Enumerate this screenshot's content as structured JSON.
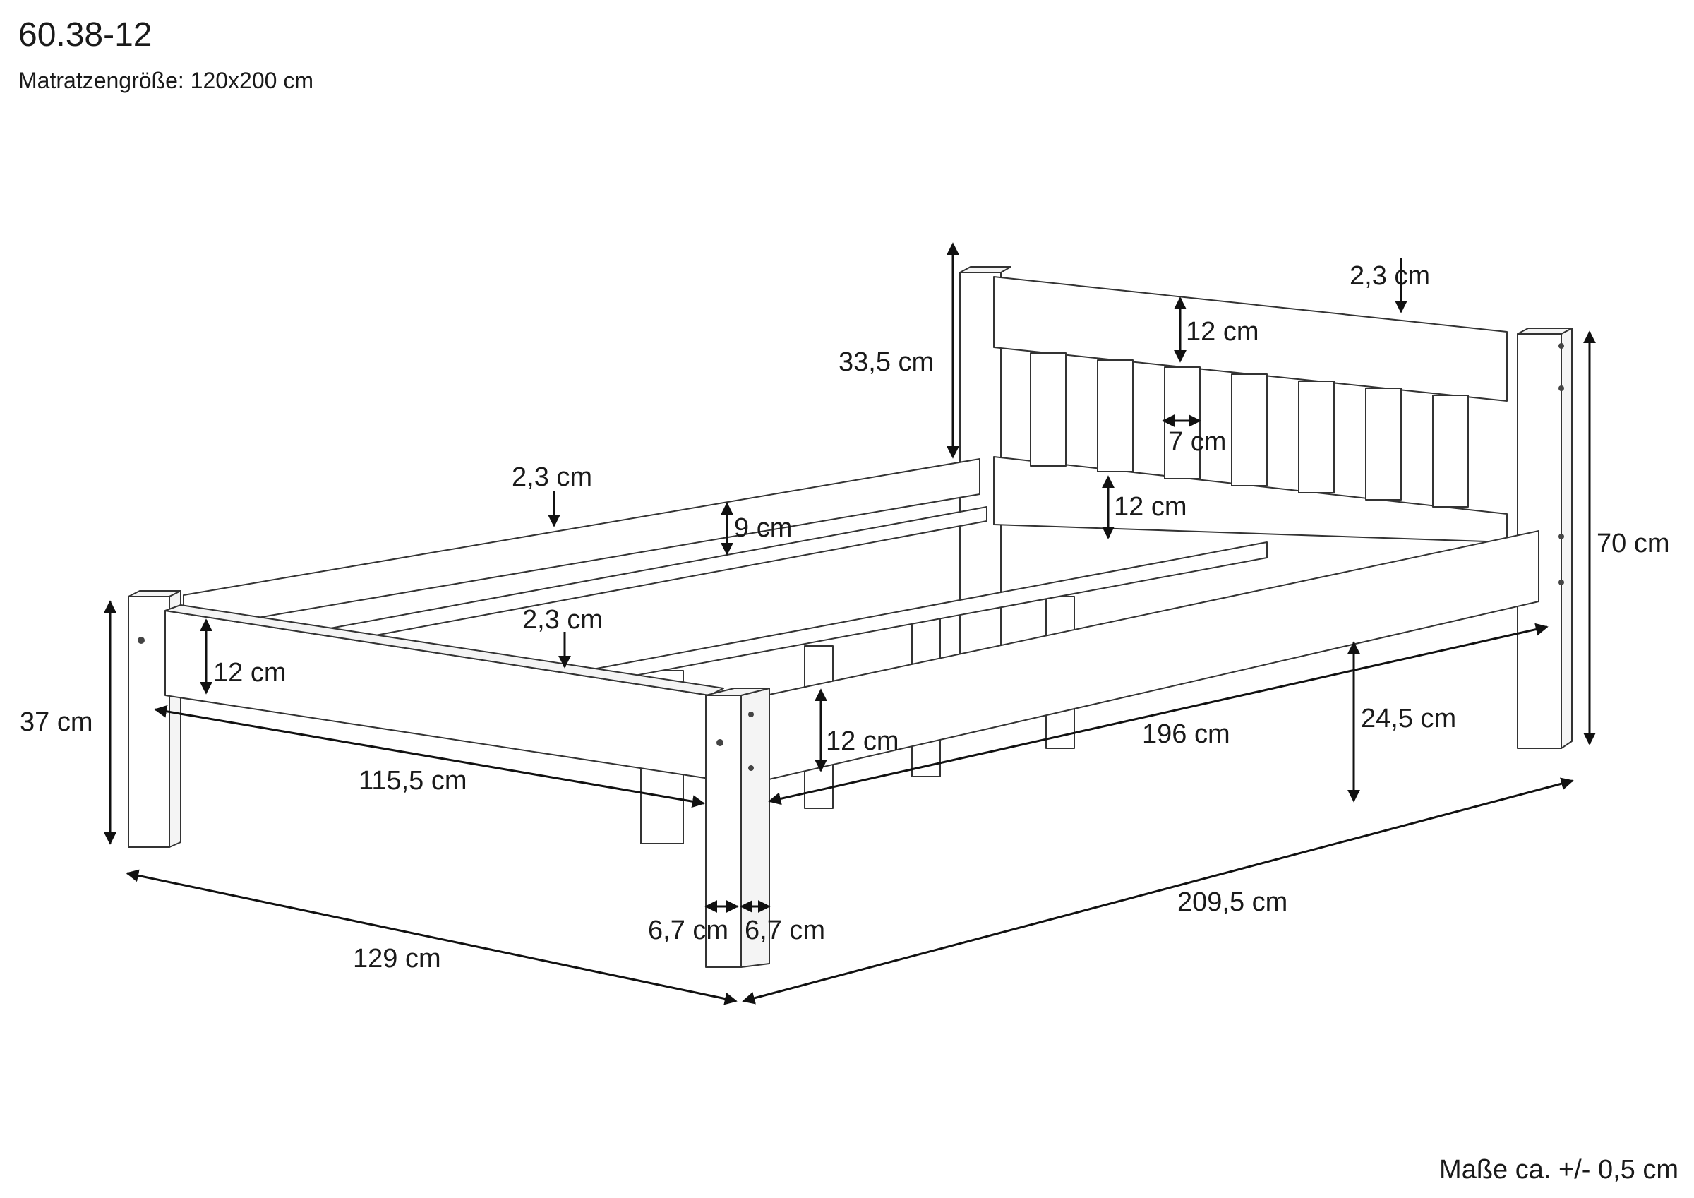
{
  "header": {
    "title": "60.38-12",
    "subtitle": "Matratzengröße: 120x200 cm"
  },
  "footer": {
    "tolerance": "Maße ca. +/- 0,5 cm"
  },
  "dimensions": {
    "headboard_top_thickness": "2,3 cm",
    "headboard_top_rail": "12 cm",
    "headboard_post_above_rail": "33,5 cm",
    "slat_width": "7 cm",
    "headboard_lower_rail": "12 cm",
    "total_height": "70 cm",
    "side_rail_thickness": "2,3 cm",
    "side_rail_height": "9 cm",
    "slat_batten_thickness": "2,3 cm",
    "foot_rail_height": "12 cm",
    "foot_height": "37 cm",
    "side_rail_front": "12 cm",
    "inner_width": "115,5 cm",
    "inner_length": "196 cm",
    "underbed_clearance": "24,5 cm",
    "post_width_a": "6,7 cm",
    "post_width_b": "6,7 cm",
    "total_width": "129 cm",
    "total_length": "209,5 cm"
  }
}
